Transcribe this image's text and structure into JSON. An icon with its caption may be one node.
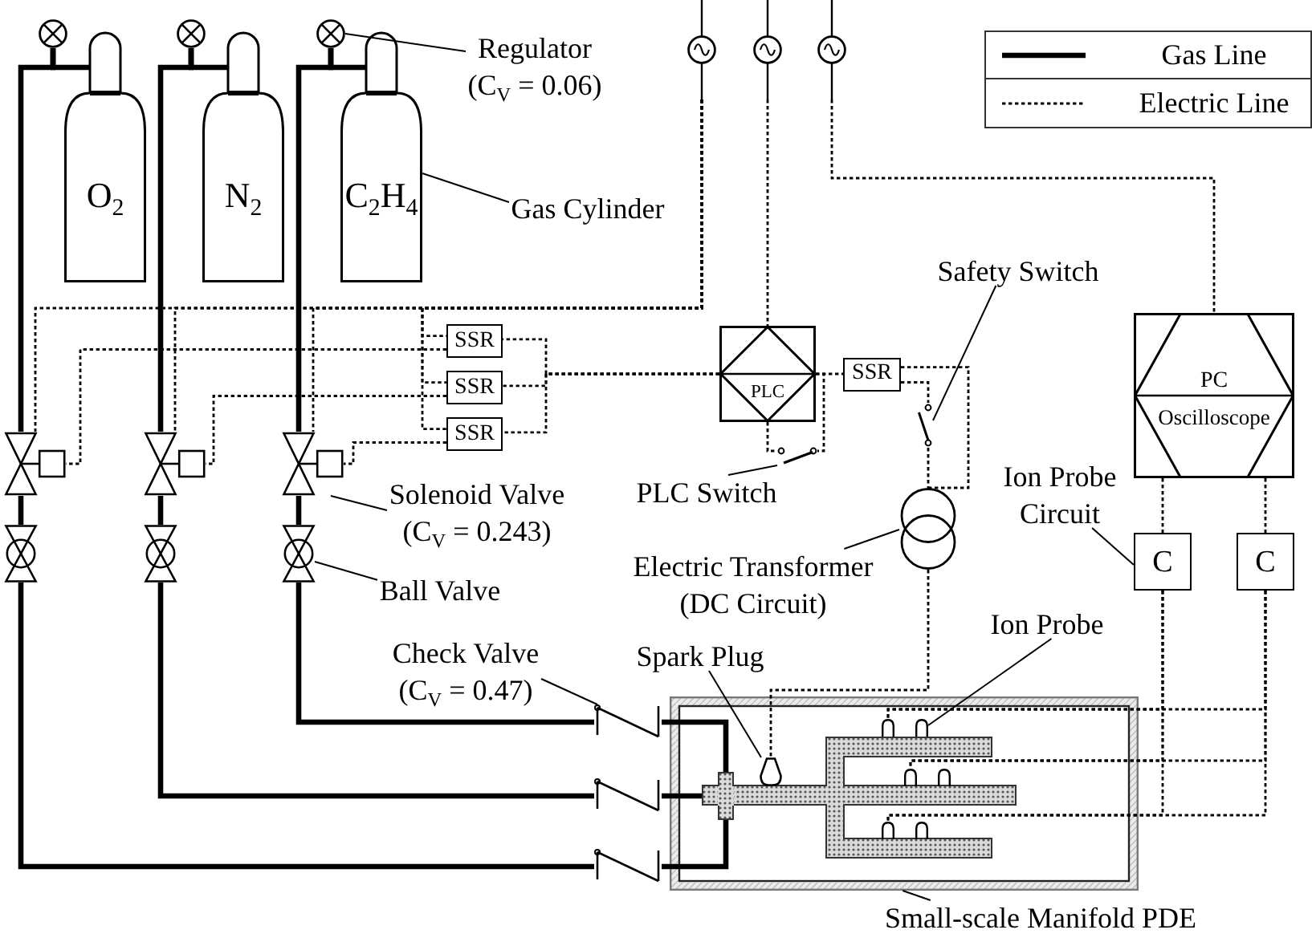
{
  "diagram": {
    "nodes": [
      {
        "text": [
          "O$_{2}$"
        ]
      },
      {
        "text": [
          "N$_{2}$"
        ]
      },
      {
        "text": [
          "C$_{2}$H$_{4}$"
        ]
      },
      {
        "text": [],
        "shape": "circle"
      },
      {
        "text": [],
        "shape": "circle"
      },
      {
        "text": [],
        "shape": "circle"
      },
      {
        "text": [],
        "shape": "picture"
      },
      {
        "text": [],
        "shape": "picture"
      },
      {
        "text": [],
        "shape": "picture"
      },
      {
        "text": [],
        "shape": "picture"
      },
      {
        "text": [],
        "shape": "picture"
      },
      {
        "text": [],
        "shape": "picture"
      },
      {
        "text": [],
        "shape": "picture"
      },
      {
        "text": [],
        "shape": "picture"
      },
      {
        "text": [],
        "shape": "picture"
      },
      {
        "text": [],
        "shape": "circle"
      },
      {
        "text": [],
        "shape": "circle"
      },
      {
        "text": [],
        "shape": "circle"
      },
      {
        "text": [
          "SSR"
        ]
      },
      {
        "text": [
          "SSR"
        ]
      },
      {
        "text": [
          "SSR"
        ]
      },
      {
        "text": [
          "PLC"
        ]
      },
      {
        "text": [
          "SSR"
        ]
      },
      {
        "text": [],
        "shape": "picture"
      },
      {
        "text": [],
        "shape": "picture"
      },
      {
        "text": [],
        "shape": "circle"
      },
      {
        "text": [
          "PC",
          "Oscilloscope"
        ]
      },
      {
        "text": [
          "C"
        ]
      },
      {
        "text": [
          "C"
        ]
      },
      {
        "text": [],
        "shape": "box"
      },
      {
        "text": [],
        "shape": "picture",
        "in": 29
      },
      {
        "text": [],
        "shape": "box",
        "in": 30
      },
      {
        "text": [],
        "shape": "picture",
        "in": 30
      },
      {
        "text": [],
        "shape": "picture",
        "in": 29
      },
      {
        "text": [],
        "shape": "picture",
        "in": 29
      },
      {
        "text": [],
        "shape": "picture",
        "in": 30
      },
      {
        "text": [],
        "shape": "picture",
        "in": 30
      },
      {
        "text": [],
        "shape": "picture",
        "in": 30
      },
      {
        "text": [],
        "shape": "picture",
        "in": 30
      },
      {
        "text": [
          "Regulator (C$_{V}$ = 0.06)"
        ]
      },
      {
        "text": [
          "Gas Cylinder"
        ]
      },
      {
        "text": [
          "Safety Switch"
        ]
      },
      {
        "text": [
          "Ion Probe Circuit"
        ]
      },
      {
        "text": [
          "Solenoid Valve (C$_{V}$ = 0.243)"
        ]
      },
      {
        "text": [
          "PLC Switch"
        ]
      },
      {
        "text": [
          "Electric Transformer (DC Circuit)"
        ]
      },
      {
        "text": [
          "Ball Valve"
        ]
      },
      {
        "text": [
          "Ion Probe"
        ]
      },
      {
        "text": [
          "Check Valve (C$_{V}$ = 0.47)"
        ]
      },
      {
        "text": [
          "Spark Plug"
        ]
      },
      {
        "text": [
          "Small-scale Manifold PDE"
        ]
      }
    ],
    "edges": [
      {
        "from": 0,
        "to": 3,
        "arrow": "none",
        "style": "thick"
      },
      {
        "from": 1,
        "to": 4,
        "arrow": "none",
        "style": "thick"
      },
      {
        "from": 2,
        "to": 5,
        "arrow": "none",
        "style": "thick"
      },
      {
        "from": 3,
        "to": 6,
        "arrow": "none",
        "style": "thick"
      },
      {
        "from": 4,
        "to": 7,
        "arrow": "none",
        "style": "thick"
      },
      {
        "from": 5,
        "to": 8,
        "arrow": "none",
        "style": "thick"
      },
      {
        "from": 6,
        "to": 9,
        "arrow": "none",
        "style": "thick"
      },
      {
        "from": 7,
        "to": 10,
        "arrow": "none",
        "style": "thick"
      },
      {
        "from": 8,
        "to": 11,
        "arrow": "none",
        "style": "thick"
      },
      {
        "from": 9,
        "to": 14,
        "arrow": "none",
        "style": "thick"
      },
      {
        "from": 10,
        "to": 13,
        "arrow": "none",
        "style": "thick"
      },
      {
        "from": 11,
        "to": 12,
        "arrow": "none",
        "style": "thick"
      },
      {
        "from": 12,
        "to": 31,
        "arrow": "none",
        "style": "thick"
      },
      {
        "from": 13,
        "to": 30,
        "arrow": "none",
        "style": "thick"
      },
      {
        "from": 14,
        "to": 31,
        "arrow": "none",
        "style": "thick"
      },
      {
        "from": 15,
        "to": 6,
        "arrow": "none",
        "style": "dashed"
      },
      {
        "from": 15,
        "to": 7,
        "arrow": "none",
        "style": "dashed"
      },
      {
        "from": 15,
        "to": 8,
        "arrow": "none",
        "style": "dashed"
      },
      {
        "from": 15,
        "to": 18,
        "arrow": "none",
        "style": "dashed"
      },
      {
        "from": 15,
        "to": 19,
        "arrow": "none",
        "style": "dashed"
      },
      {
        "from": 15,
        "to": 20,
        "arrow": "none",
        "style": "dashed"
      },
      {
        "from": 18,
        "to": 6,
        "arrow": "none",
        "style": "dashed"
      },
      {
        "from": 19,
        "to": 7,
        "arrow": "none",
        "style": "dashed"
      },
      {
        "from": 20,
        "to": 8,
        "arrow": "none",
        "style": "dashed"
      },
      {
        "from": 21,
        "to": 18,
        "arrow": "none",
        "style": "dashed"
      },
      {
        "from": 21,
        "to": 19,
        "arrow": "none",
        "style": "dashed"
      },
      {
        "from": 21,
        "to": 20,
        "arrow": "none",
        "style": "dashed"
      },
      {
        "from": 16,
        "to": 21,
        "arrow": "none",
        "style": "dashed"
      },
      {
        "from": 21,
        "to": 22,
        "arrow": "none",
        "style": "dashed"
      },
      {
        "from": 21,
        "to": 23,
        "arrow": "none",
        "style": "dashed"
      },
      {
        "from": 21,
        "to": 23,
        "arrow": "none",
        "style": "dashed"
      },
      {
        "from": 22,
        "to": 24,
        "arrow": "none",
        "style": "dashed"
      },
      {
        "from": 22,
        "to": 25,
        "arrow": "none",
        "style": "dashed"
      },
      {
        "from": 24,
        "to": 25,
        "arrow": "none",
        "style": "dashed"
      },
      {
        "from": 25,
        "to": 32,
        "arrow": "none",
        "style": "dashed"
      },
      {
        "from": 17,
        "to": 26,
        "arrow": "none",
        "style": "dashed"
      },
      {
        "from": 26,
        "to": 27,
        "arrow": "none",
        "style": "dashed"
      },
      {
        "from": 26,
        "to": 28,
        "arrow": "none",
        "style": "dashed"
      },
      {
        "from": 27,
        "to": 33,
        "arrow": "none",
        "style": "dashed"
      },
      {
        "from": 27,
        "to": 35,
        "arrow": "none",
        "style": "dashed"
      },
      {
        "from": 27,
        "to": 37,
        "arrow": "none",
        "style": "dashed"
      },
      {
        "from": 28,
        "to": 33,
        "arrow": "none",
        "style": "dashed"
      },
      {
        "from": 28,
        "to": 35,
        "arrow": "none",
        "style": "dashed"
      },
      {
        "from": 28,
        "to": 37,
        "arrow": "none",
        "style": "dashed"
      },
      {
        "from": 39,
        "to": 5,
        "arrow": "none"
      },
      {
        "from": 40,
        "to": 2,
        "arrow": "none"
      },
      {
        "from": 41,
        "to": 24,
        "arrow": "none"
      },
      {
        "from": 42,
        "to": 27,
        "arrow": "none"
      },
      {
        "from": 43,
        "to": 8,
        "arrow": "none"
      },
      {
        "from": 44,
        "to": 23,
        "arrow": "none"
      },
      {
        "from": 45,
        "to": 25,
        "arrow": "none"
      },
      {
        "from": 46,
        "to": 11,
        "arrow": "none"
      },
      {
        "from": 47,
        "to": 34,
        "arrow": "none"
      },
      {
        "from": 48,
        "to": 12,
        "arrow": "none"
      },
      {
        "from": 49,
        "to": 32,
        "arrow": "none"
      },
      {
        "from": 50,
        "to": 29,
        "arrow": "none"
      }
    ],
    "legend": [
      {
        "text": "Gas Line"
      },
      {
        "text": "Electric Line"
      }
    ]
  }
}
